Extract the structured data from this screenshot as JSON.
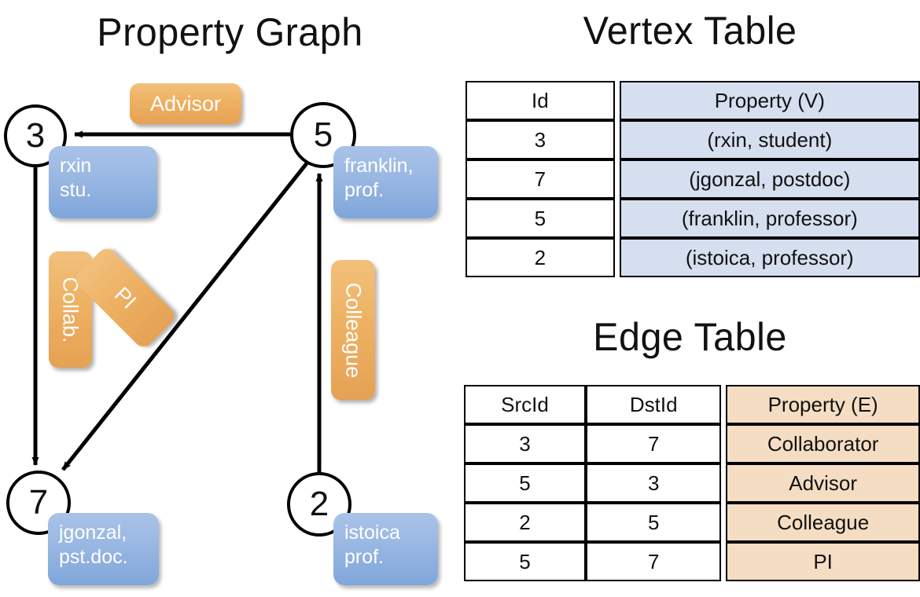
{
  "titles": {
    "property_graph": "Property Graph",
    "vertex_table": "Vertex Table",
    "edge_table": "Edge Table"
  },
  "colors": {
    "vertex_property_fill": "#d5dff0",
    "edge_property_fill": "#f5ddc3",
    "node_box_blue": "#9dbae4",
    "edge_label_orange": "#eeb163",
    "stroke": "#000000"
  },
  "graph": {
    "vertices": [
      {
        "id": "3",
        "name": "rxin",
        "role": "stu.",
        "label_line1": "rxin",
        "label_line2": "stu."
      },
      {
        "id": "5",
        "name": "franklin",
        "role": "prof.",
        "label_line1": "franklin,",
        "label_line2": "prof."
      },
      {
        "id": "7",
        "name": "jgonzal",
        "role": "pst.doc.",
        "label_line1": "jgonzal,",
        "label_line2": "pst.doc."
      },
      {
        "id": "2",
        "name": "istoica",
        "role": "prof.",
        "label_line1": "istoica",
        "label_line2": "prof."
      }
    ],
    "edge_labels": [
      {
        "key": "advisor",
        "text": "Advisor"
      },
      {
        "key": "collab",
        "text": "Collab."
      },
      {
        "key": "pi",
        "text": "PI"
      },
      {
        "key": "colleague",
        "text": "Colleague"
      }
    ]
  },
  "vertex_table": {
    "headers": [
      "Id",
      "Property (V)"
    ],
    "rows": [
      {
        "id": "3",
        "property": "(rxin, student)"
      },
      {
        "id": "7",
        "property": "(jgonzal, postdoc)"
      },
      {
        "id": "5",
        "property": "(franklin, professor)"
      },
      {
        "id": "2",
        "property": "(istoica, professor)"
      }
    ]
  },
  "edge_table": {
    "headers": [
      "SrcId",
      "DstId",
      "Property (E)"
    ],
    "rows": [
      {
        "src": "3",
        "dst": "7",
        "property": "Collaborator"
      },
      {
        "src": "5",
        "dst": "3",
        "property": "Advisor"
      },
      {
        "src": "2",
        "dst": "5",
        "property": "Colleague"
      },
      {
        "src": "5",
        "dst": "7",
        "property": "PI"
      }
    ]
  }
}
